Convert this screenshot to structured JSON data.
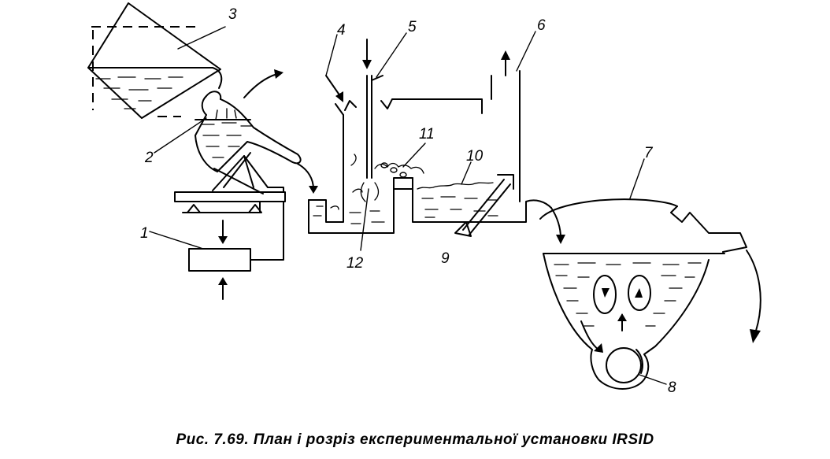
{
  "labels": {
    "l1": "1",
    "l2": "2",
    "l3": "3",
    "l4": "4",
    "l5": "5",
    "l6": "6",
    "l7": "7",
    "l8": "8",
    "l9": "9",
    "l10": "10",
    "l11": "11",
    "l12": "12"
  },
  "caption": "Рис. 7.69. План і розріз експериментальної установки IRSID"
}
